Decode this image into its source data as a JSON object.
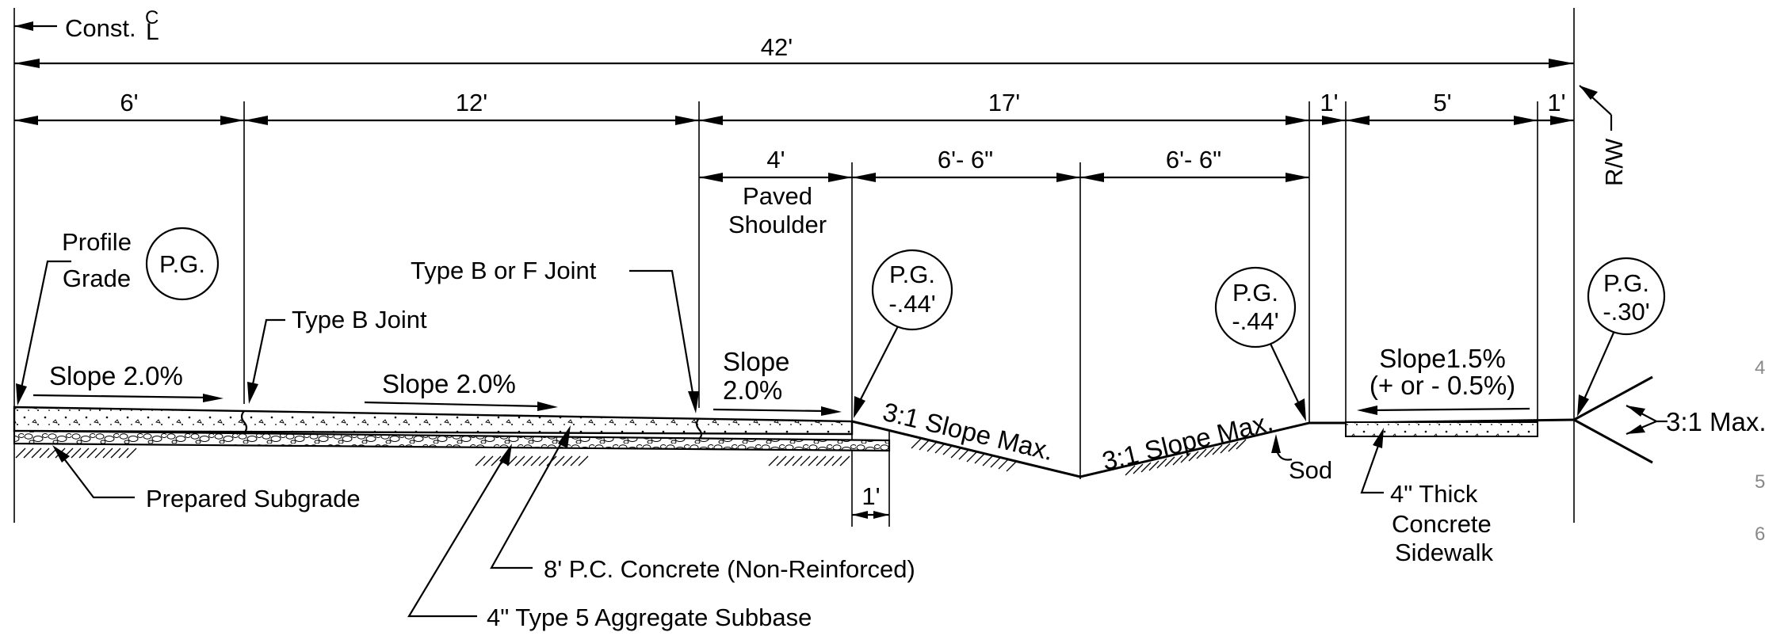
{
  "title": {
    "const_label": "Const.",
    "cl_symbol": "C",
    "cl_symbol_l": "L"
  },
  "dimensions": {
    "overall": "42'",
    "d6": "6'",
    "d12": "12'",
    "d17": "17'",
    "d1a": "1'",
    "d5": "5'",
    "d1b": "1'",
    "d4": "4'",
    "d66a": "6'- 6\"",
    "d66b": "6'- 6\"",
    "d1c": "1'",
    "rw": "R/W"
  },
  "labels": {
    "profile": "Profile",
    "grade": "Grade",
    "paved": "Paved",
    "shoulder": "Shoulder",
    "type_bf_joint": "Type B or F Joint",
    "type_b_joint": "Type B Joint",
    "slope_1": "Slope 2.0%",
    "slope_2": "Slope 2.0%",
    "slope_3a": "Slope",
    "slope_3b": "2.0%",
    "slope_side_a": "Slope1.5%",
    "slope_side_b": "(+ or - 0.5%)",
    "slope_max_1": "3:1 Slope Max.",
    "slope_max_2": "3:1 Slope Max.",
    "slope_max_3": "3:1 Max.",
    "sod": "Sod",
    "prepared_subgrade": "Prepared Subgrade",
    "pc_concrete": "8' P.C. Concrete (Non-Reinforced)",
    "aggregate": "4\" Type 5 Aggregate Subbase",
    "sidewalk_a": "4\" Thick",
    "sidewalk_b": "Concrete",
    "sidewalk_c": "Sidewalk"
  },
  "grade_points": {
    "pg_main": "P.G.",
    "pg1_a": "P.G.",
    "pg1_b": "-.44'",
    "pg2_a": "P.G.",
    "pg2_b": "-.44'",
    "pg3_a": "P.G.",
    "pg3_b": "-.30'"
  },
  "edge_marks": [
    "4",
    "5",
    "6"
  ]
}
